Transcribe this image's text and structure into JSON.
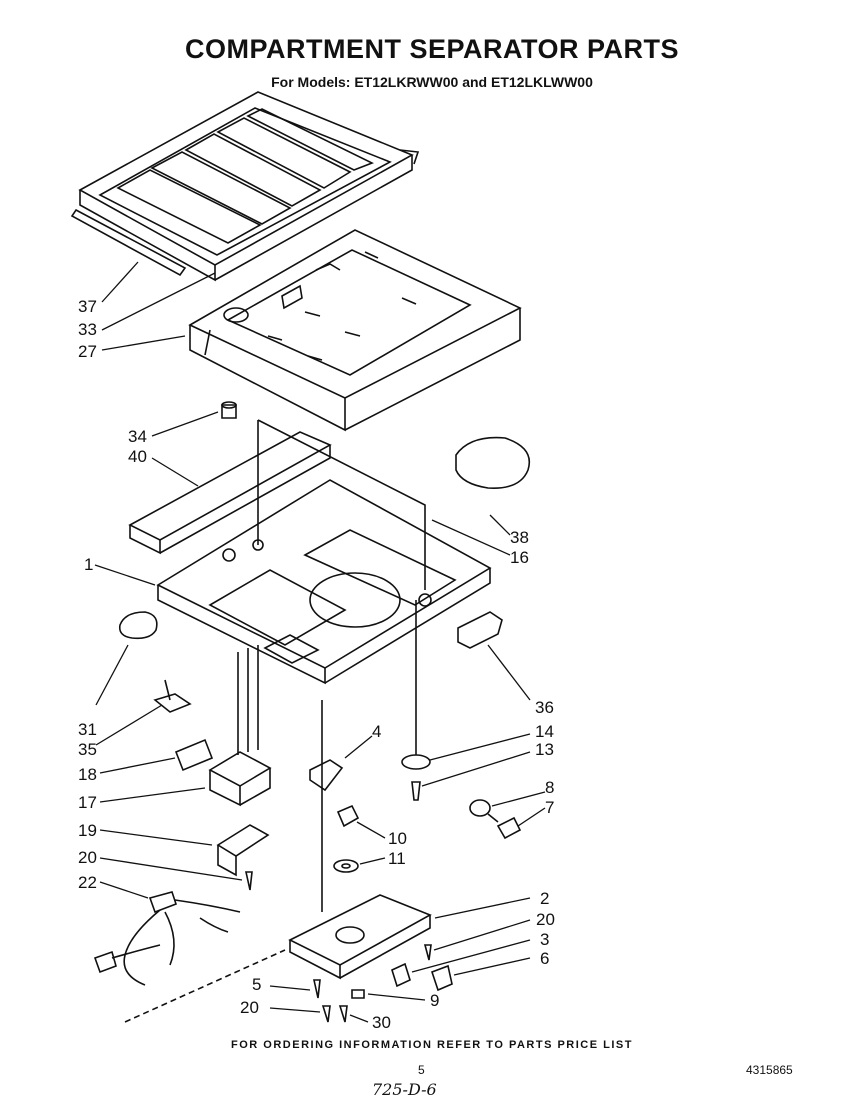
{
  "header": {
    "title": "COMPARTMENT SEPARATOR PARTS",
    "subtitle": "For Models: ET12LKRWW00 and ET12LKLWW00"
  },
  "callouts": {
    "c37": "37",
    "c33": "33",
    "c27": "27",
    "c34": "34",
    "c40": "40",
    "c38": "38",
    "c16": "16",
    "c1": "1",
    "c31": "31",
    "c35": "35",
    "c36": "36",
    "c4": "4",
    "c14": "14",
    "c13": "13",
    "c18": "18",
    "c17": "17",
    "c8": "8",
    "c7": "7",
    "c19": "19",
    "c10": "10",
    "c20a": "20",
    "c11": "11",
    "c22": "22",
    "c2": "2",
    "c20b": "20",
    "c3": "3",
    "c6": "6",
    "c5": "5",
    "c9": "9",
    "c20c": "20",
    "c30": "30"
  },
  "footer": {
    "order_note": "FOR ORDERING INFORMATION REFER TO PARTS PRICE LIST",
    "page_number": "5",
    "document_number": "4315865",
    "handwritten_note": "725-D-6"
  }
}
